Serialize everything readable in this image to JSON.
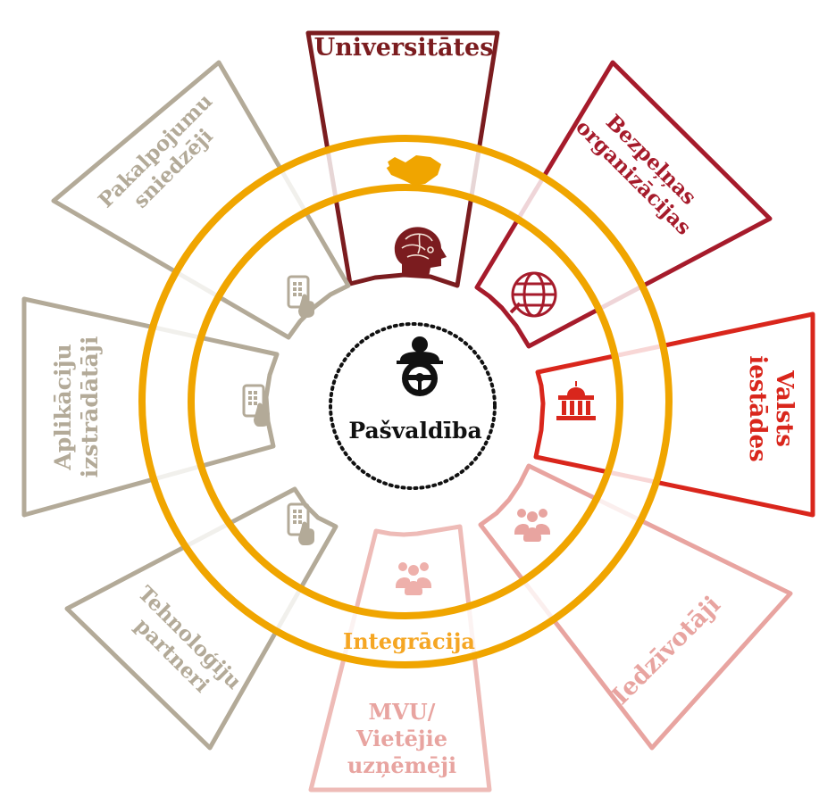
{
  "center": {
    "label": "Pašvaldība",
    "icon": "person-steering-wheel-icon"
  },
  "ring": {
    "label": "Integrācija",
    "icon": "handshake-icon"
  },
  "colors": {
    "ring": "#f0a500",
    "dark_red": "#7b1c1f",
    "red": "#c8102e",
    "bright_red": "#d9261c",
    "pink": "#e8a4a0",
    "gray": "#b3aa98",
    "integration_text": "#f5a623"
  },
  "segments": [
    {
      "id": "universities",
      "label": "Universitātes",
      "icon": "brain-head-icon"
    },
    {
      "id": "nonprofits",
      "line1": "Bezpeļņas",
      "line2": "organizācijas",
      "icon": "globe-icon"
    },
    {
      "id": "state",
      "line1": "Valsts",
      "line2": "iestādes",
      "icon": "government-building-icon"
    },
    {
      "id": "residents",
      "label": "Iedzīvotāji",
      "icon": "people-group-icon"
    },
    {
      "id": "sme",
      "line1": "MVU/",
      "line2": "Vietējie",
      "line3": "uzņēmēji",
      "icon": "people-group-icon"
    },
    {
      "id": "tech",
      "line1": "Tehnoloģiju",
      "line2": "partneri",
      "icon": "tablet-hand-icon"
    },
    {
      "id": "apps",
      "line1": "Aplikāciju",
      "line2": "izstrādātāji",
      "icon": "tablet-hand-icon"
    },
    {
      "id": "services",
      "line1": "Pakalpojumu",
      "line2": "sniedzēji",
      "icon": "tablet-hand-icon"
    }
  ]
}
